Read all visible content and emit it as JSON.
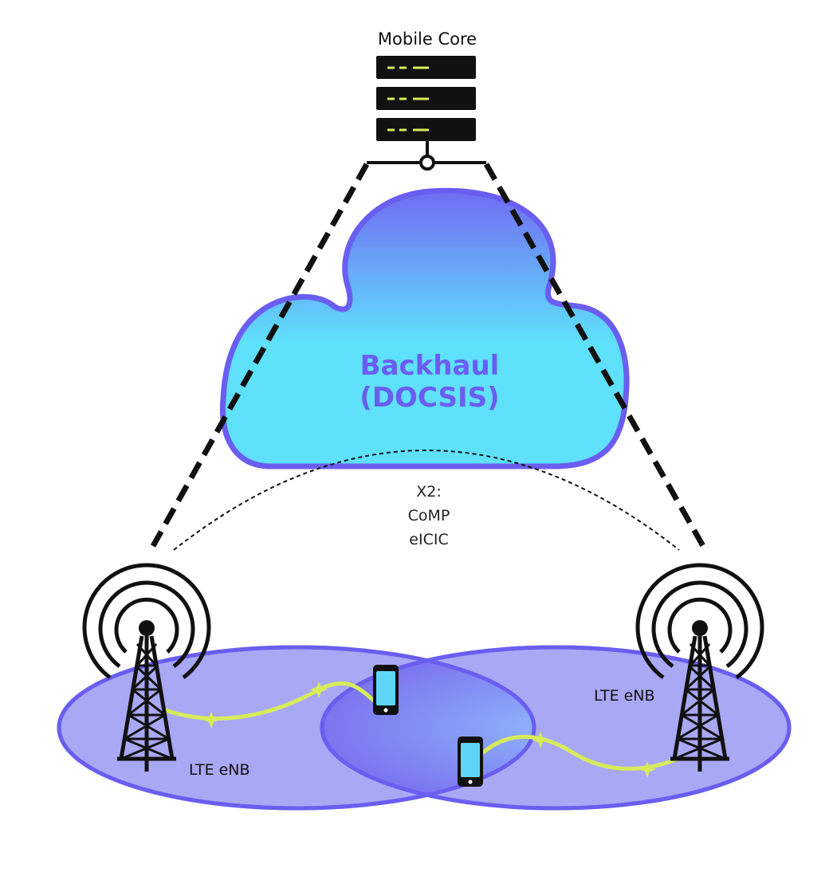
{
  "core": {
    "label": "Mobile Core",
    "icon": "server-rack-icon"
  },
  "backhaul": {
    "line1": "Backhaul",
    "line2": "(DOCSIS)"
  },
  "x2": {
    "line1": "X2:",
    "line2": "CoMP",
    "line3": "eICIC"
  },
  "enb_left": {
    "label": "LTE eNB",
    "icon": "cell-tower-icon"
  },
  "enb_right": {
    "label": "LTE eNB",
    "icon": "cell-tower-icon"
  },
  "devices": [
    {
      "icon": "smartphone-icon"
    },
    {
      "icon": "smartphone-icon"
    }
  ],
  "colors": {
    "cell_fill": "#a9a8f5",
    "cell_stroke": "#6a5ef0",
    "cloud_top": "#6f6cf2",
    "cloud_bottom": "#5fe0fb",
    "cloud_stroke": "#6a5ef0",
    "phone_screen": "#5fd6f7",
    "radio_link": "#d8eb5a",
    "server_led": "#d8eb5a"
  }
}
